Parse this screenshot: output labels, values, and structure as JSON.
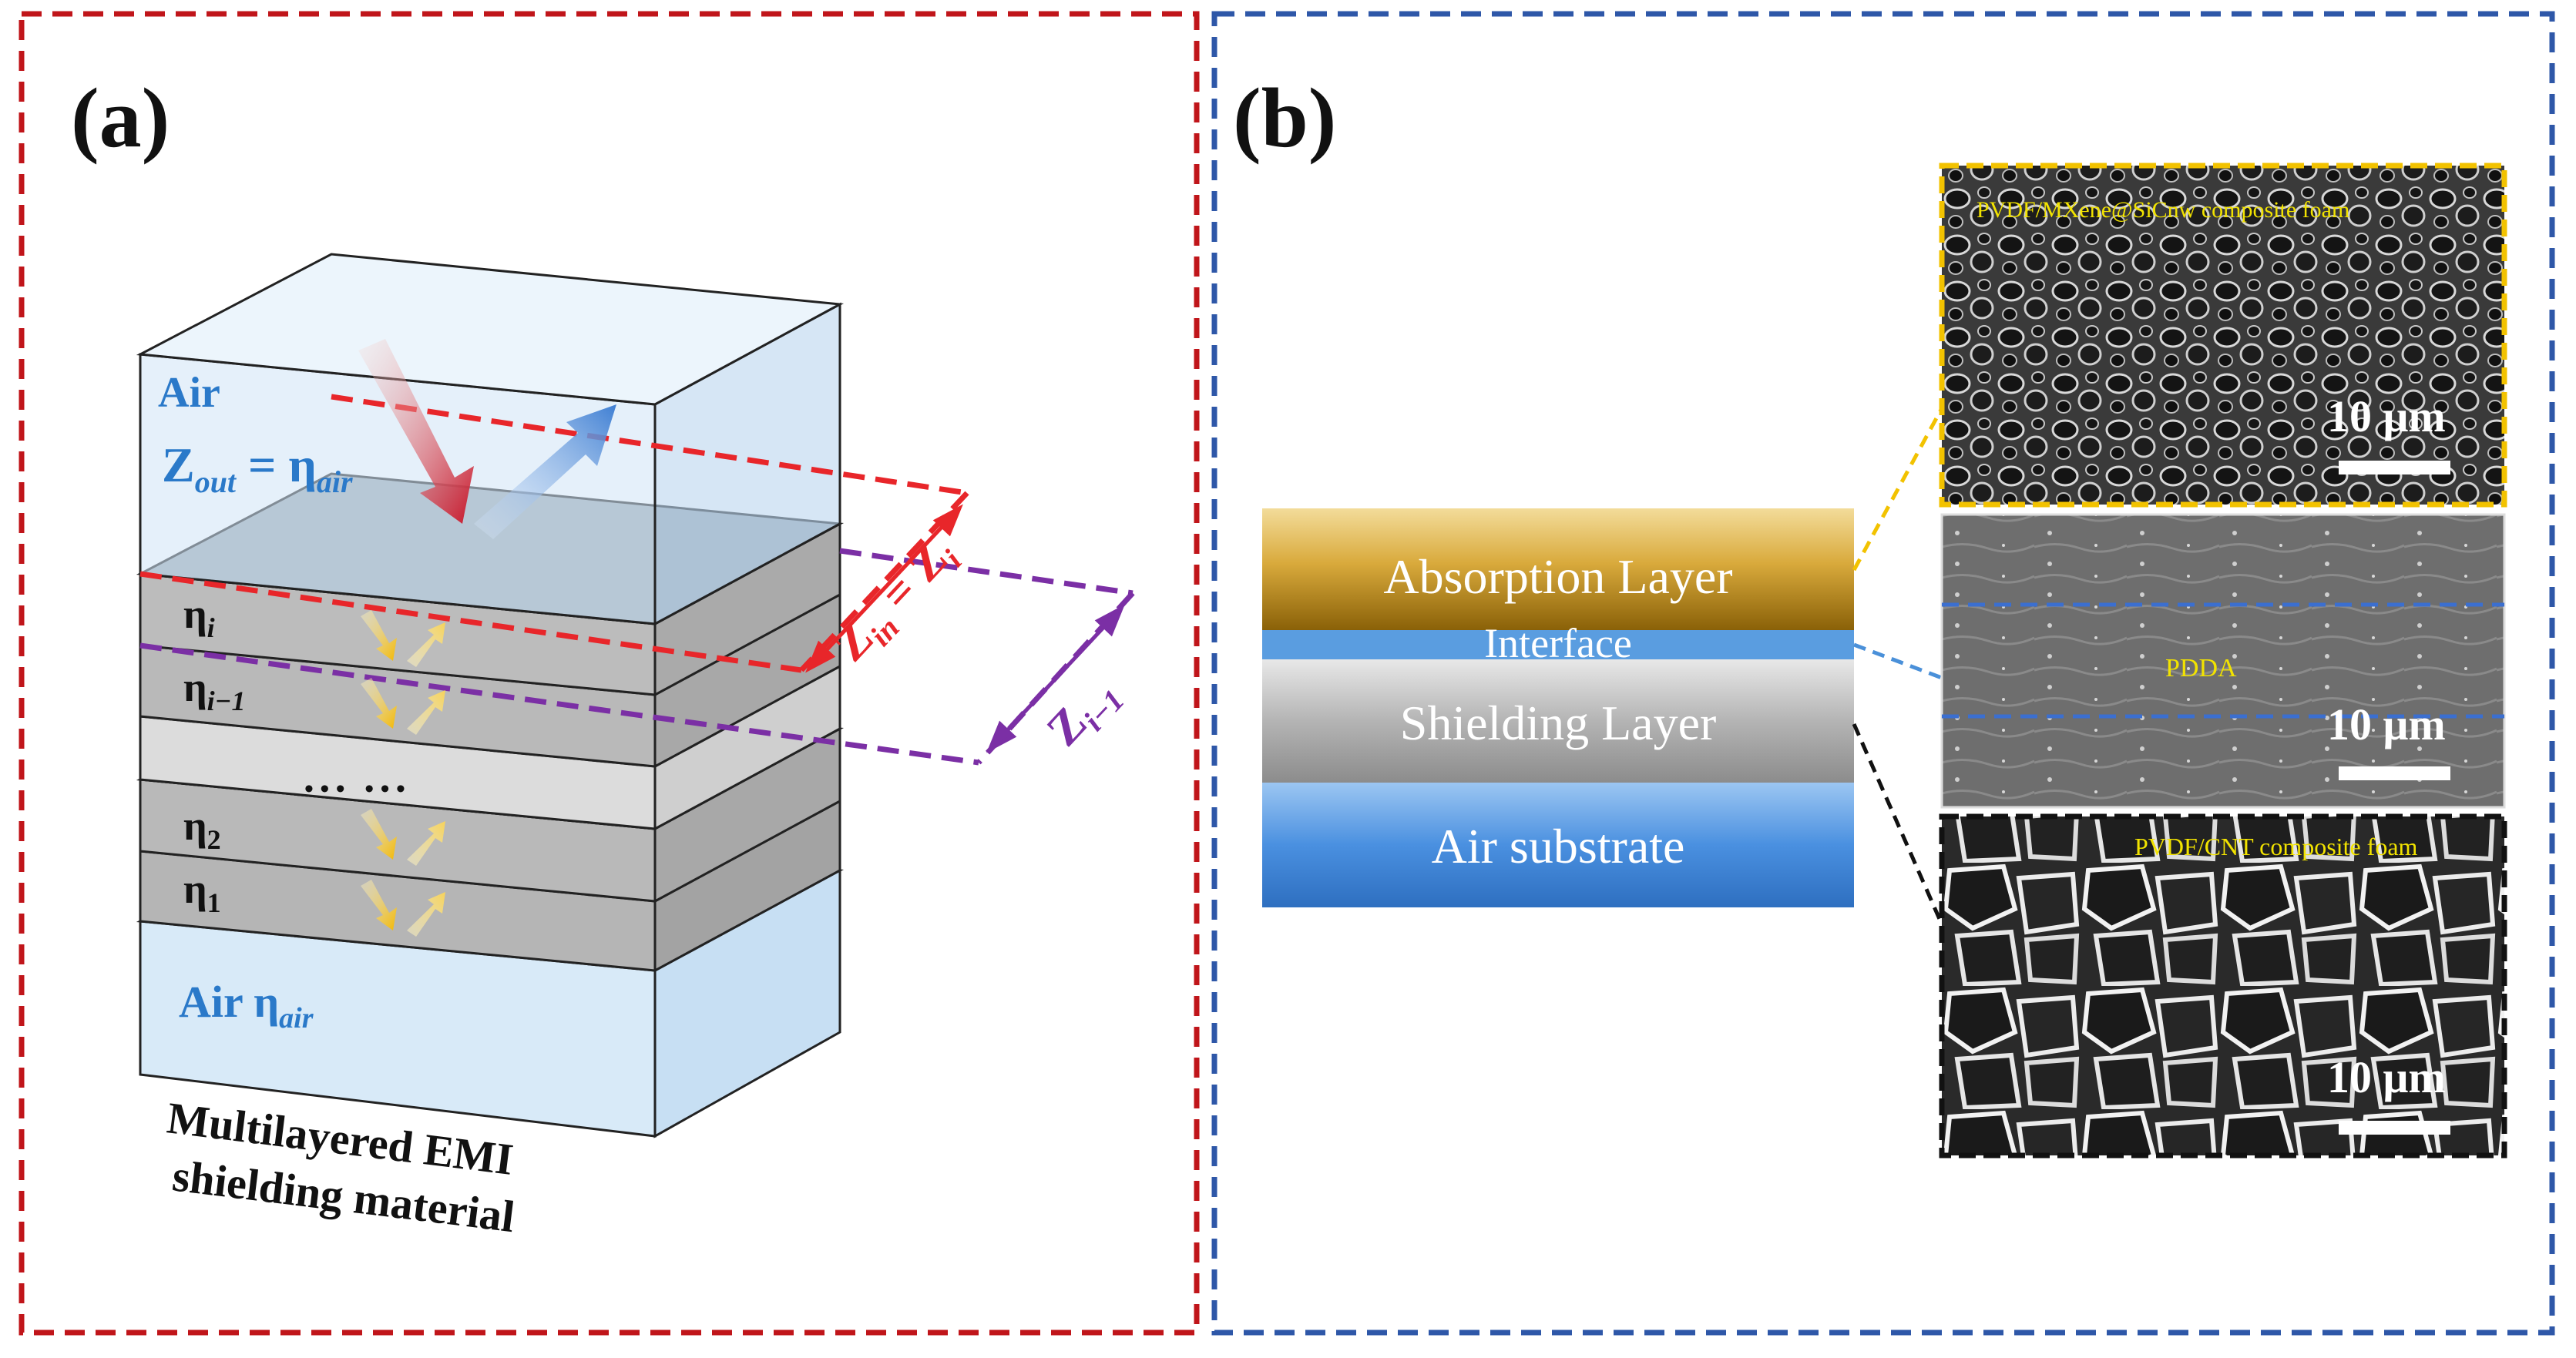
{
  "panel_a": {
    "label": "(a)",
    "air_top": "Air",
    "z_out_lhs": "Z",
    "z_out_sub": "out",
    "z_out_eq": " = η",
    "z_out_rhs_sub": "air",
    "eta_i": "η",
    "eta_i_sub": "i",
    "eta_i_minus_1": "η",
    "eta_i_minus_1_sub": "i−1",
    "ellipsis": "• • •   • • •",
    "eta_2": "η",
    "eta_2_sub": "2",
    "eta_1": "η",
    "eta_1_sub": "1",
    "air_bottom": "Air η",
    "air_bottom_sub": "air",
    "z_in_lhs": "Z",
    "z_in_sub": "in",
    "z_in_eq": " = Z",
    "z_in_rhs_sub": "i",
    "z_i_minus_1": "Z",
    "z_i_minus_1_sub": "i−1",
    "caption_line1": "Multilayered EMI",
    "caption_line2": "shielding material",
    "colors": {
      "frame": "#c0151a",
      "red_line": "#e8262a",
      "purple_line": "#7b2fa5",
      "air_text": "#2a79c9"
    }
  },
  "panel_b": {
    "label": "(b)",
    "layers": {
      "absorption": "Absorption Layer",
      "interface": "Interface",
      "shielding": "Shielding Layer",
      "substrate": "Air substrate"
    },
    "sem_top": {
      "title": "PVDF/MXene@SiCnw composite foam",
      "scale": "10 μm"
    },
    "sem_middle": {
      "title": "PDDA",
      "scale": "10 μm"
    },
    "sem_bottom": {
      "title": "PVDF/CNT composite foam",
      "scale": "10 μm"
    },
    "colors": {
      "frame": "#2e57a8",
      "absorption": "#b8860b",
      "interface": "#4a90d9",
      "shielding": "#9e9e9e",
      "substrate": "#3f86d8",
      "sem_yellow": "#f2c200"
    }
  }
}
